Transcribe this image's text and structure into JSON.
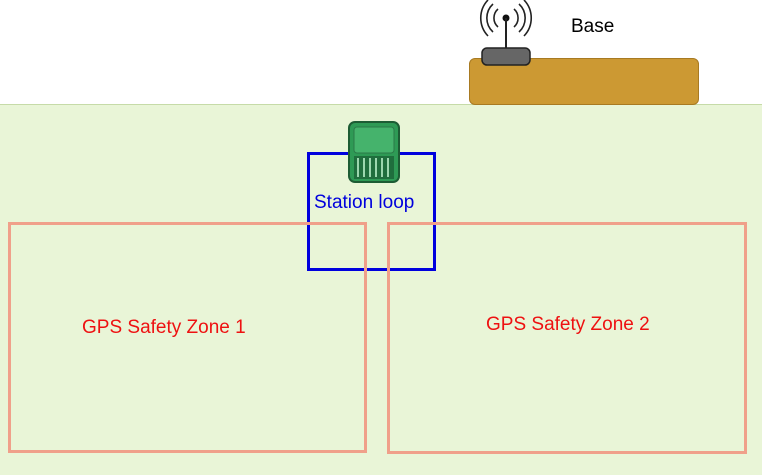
{
  "base": {
    "label": "Base",
    "platform_color": "#cc9933",
    "antenna_icon": "radio-antenna-icon"
  },
  "station": {
    "label": "Station loop",
    "loop_color": "#0000dd",
    "mower_icon": "robotic-mower-icon"
  },
  "zones": [
    {
      "label": "GPS Safety Zone 1",
      "border_color": "#f0a08a",
      "label_color": "#ee1111"
    },
    {
      "label": "GPS Safety Zone 2",
      "border_color": "#f0a08a",
      "label_color": "#ee1111"
    }
  ],
  "lawn": {
    "color": "#e9f5d7"
  }
}
